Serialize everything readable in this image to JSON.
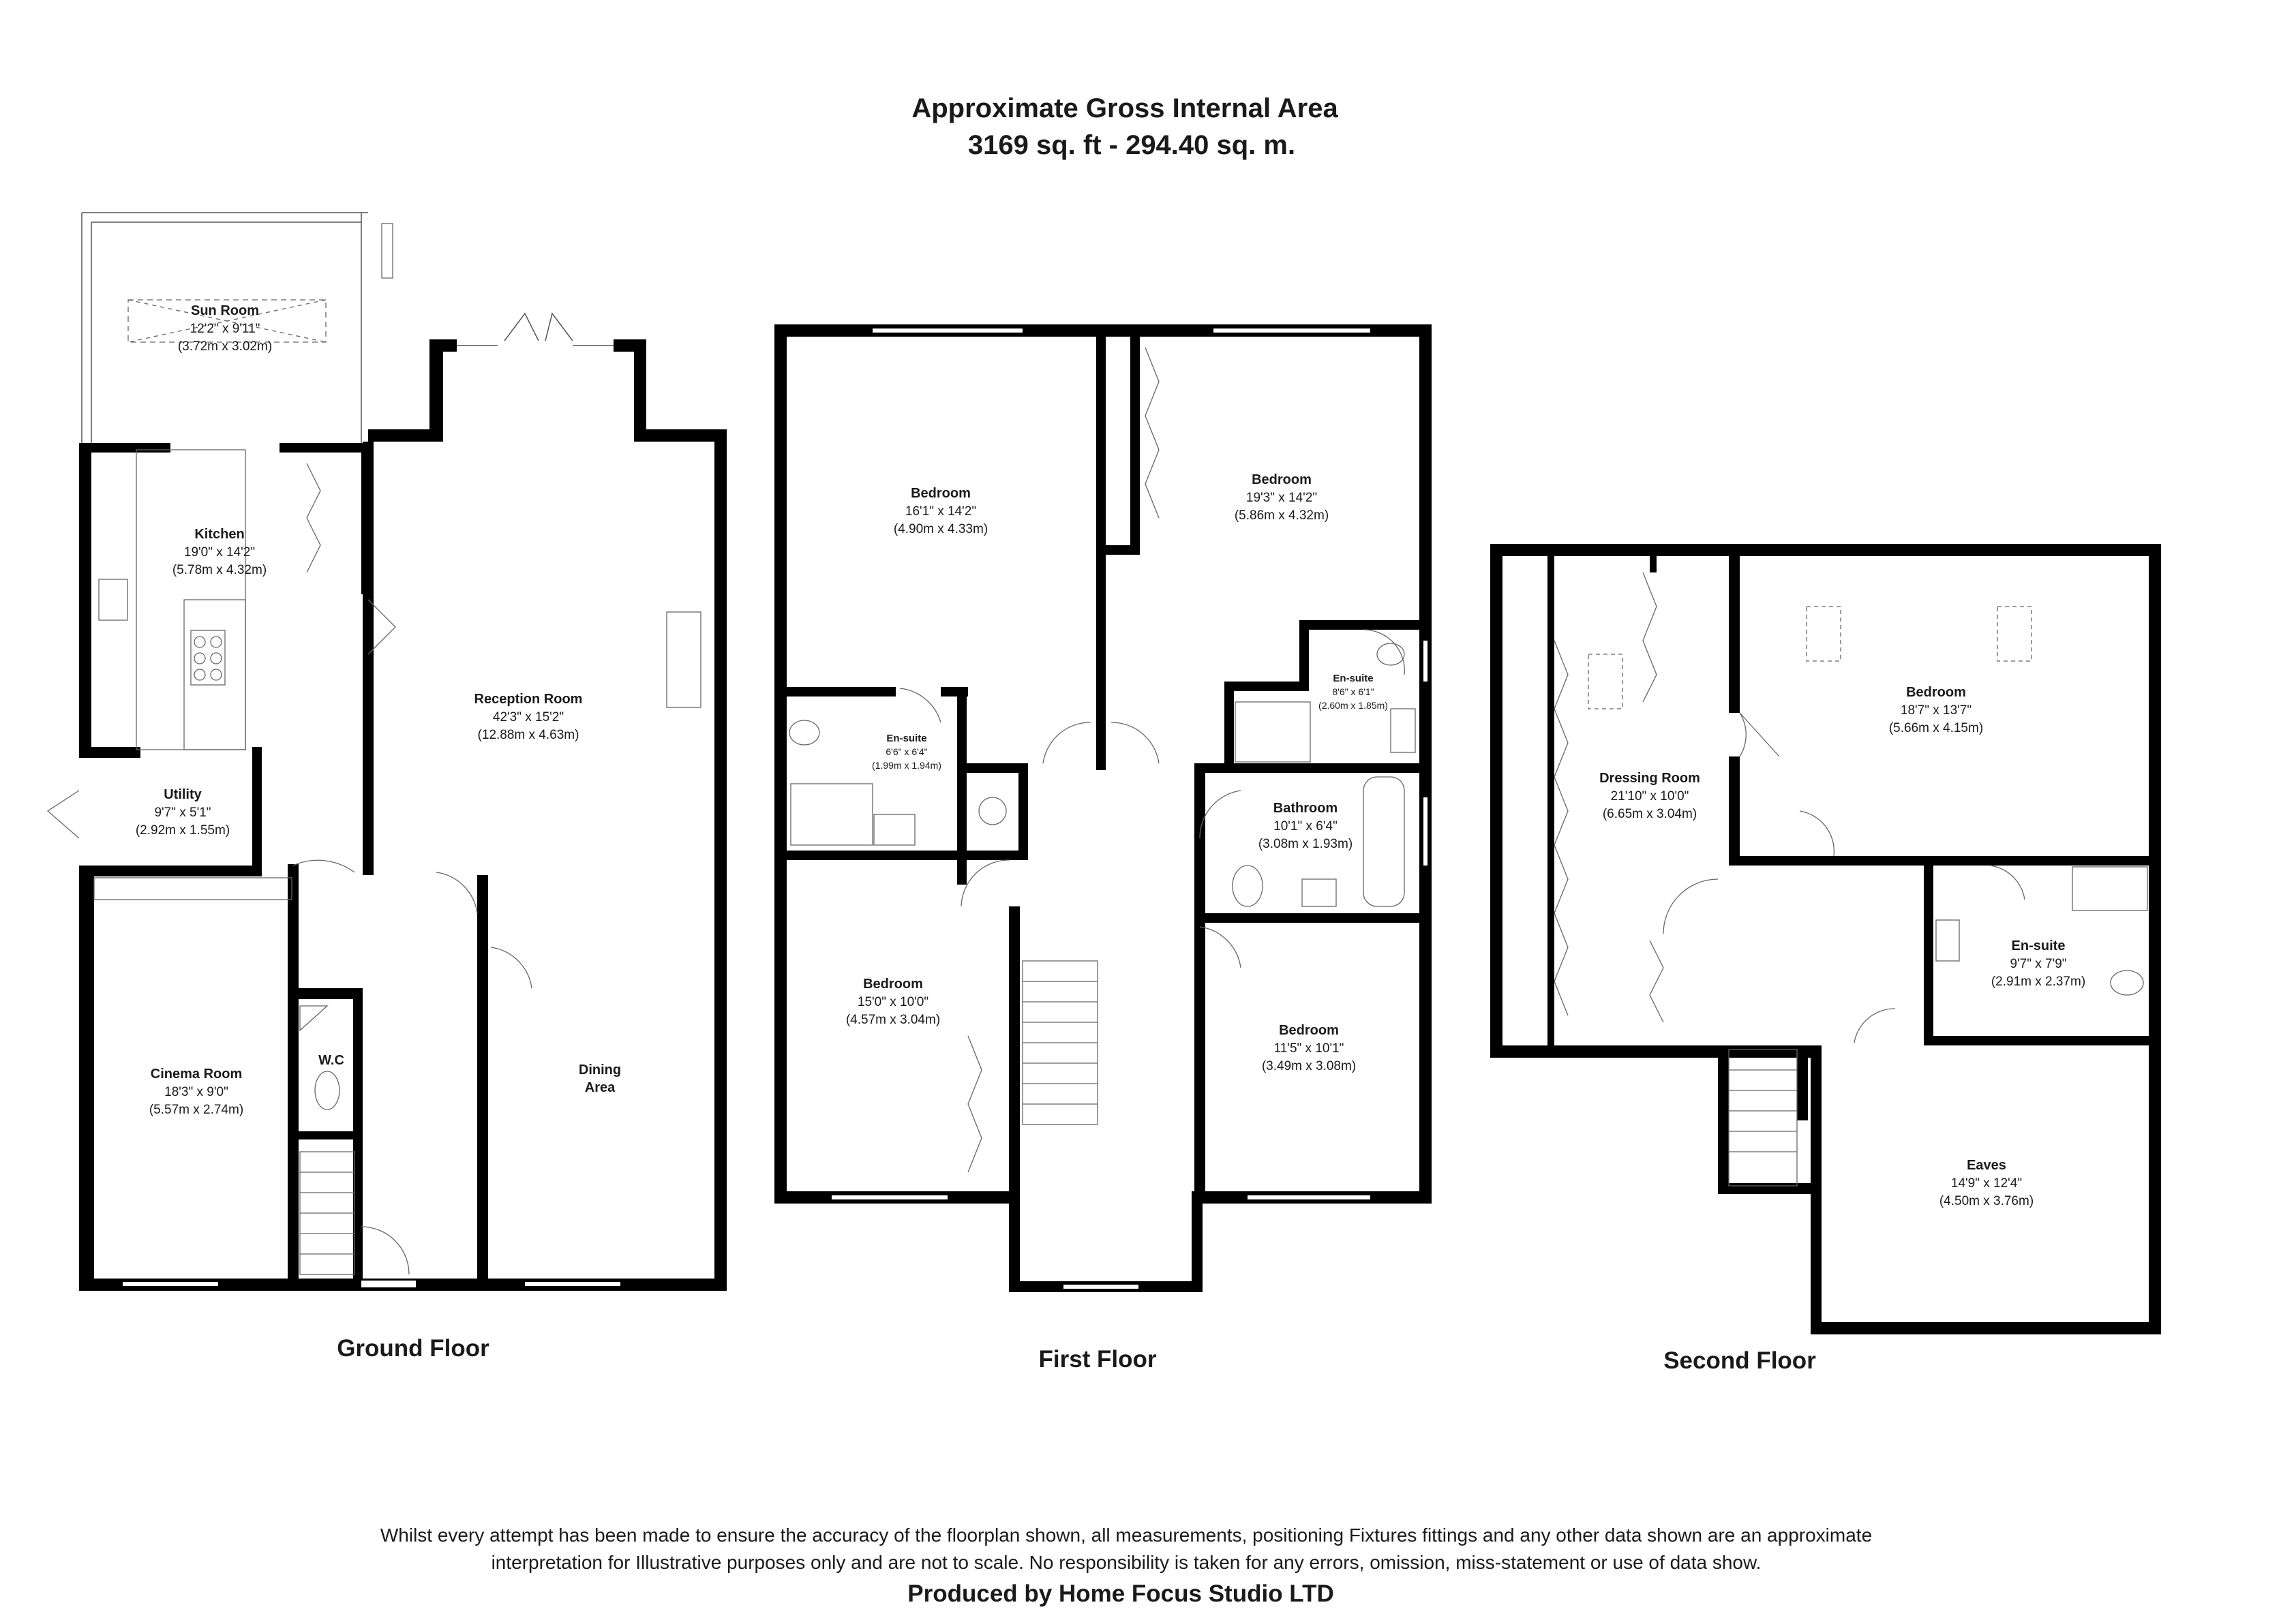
{
  "header": {
    "line1": "Approximate Gross Internal Area",
    "line2": "3169 sq. ft - 294.40 sq. m."
  },
  "floors": {
    "ground": {
      "title": "Ground Floor",
      "rooms": {
        "sun_room": {
          "name": "Sun Room",
          "imperial": "12'2\" x 9'11\"",
          "metric": "(3.72m x 3.02m)"
        },
        "kitchen": {
          "name": "Kitchen",
          "imperial": "19'0\" x 14'2\"",
          "metric": "(5.78m x 4.32m)"
        },
        "utility": {
          "name": "Utility",
          "imperial": "9'7\" x 5'1\"",
          "metric": "(2.92m x 1.55m)"
        },
        "reception": {
          "name": "Reception Room",
          "imperial": "42'3\" x 15'2\"",
          "metric": "(12.88m x 4.63m)"
        },
        "cinema": {
          "name": "Cinema Room",
          "imperial": "18'3\" x 9'0\"",
          "metric": "(5.57m x 2.74m)"
        },
        "wc": {
          "name": "W.C"
        },
        "dining": {
          "name_line1": "Dining",
          "name_line2": "Area"
        }
      }
    },
    "first": {
      "title": "First Floor",
      "rooms": {
        "bedroom1": {
          "name": "Bedroom",
          "imperial": "16'1\" x 14'2\"",
          "metric": "(4.90m x 4.33m)"
        },
        "bedroom2": {
          "name": "Bedroom",
          "imperial": "19'3\" x 14'2\"",
          "metric": "(5.86m x 4.32m)"
        },
        "ensuite1": {
          "name": "En-suite",
          "imperial": "6'6\" x 6'4\"",
          "metric": "(1.99m x 1.94m)"
        },
        "ensuite2": {
          "name": "En-suite",
          "imperial": "8'6\" x 6'1\"",
          "metric": "(2.60m x 1.85m)"
        },
        "bathroom": {
          "name": "Bathroom",
          "imperial": "10'1\" x 6'4\"",
          "metric": "(3.08m x 1.93m)"
        },
        "bedroom3": {
          "name": "Bedroom",
          "imperial": "15'0\" x 10'0\"",
          "metric": "(4.57m x 3.04m)"
        },
        "bedroom4": {
          "name": "Bedroom",
          "imperial": "11'5\" x 10'1\"",
          "metric": "(3.49m x 3.08m)"
        }
      }
    },
    "second": {
      "title": "Second Floor",
      "rooms": {
        "dressing": {
          "name": "Dressing Room",
          "imperial": "21'10\" x 10'0\"",
          "metric": "(6.65m x 3.04m)"
        },
        "bedroom": {
          "name": "Bedroom",
          "imperial": "18'7\" x 13'7\"",
          "metric": "(5.66m x 4.15m)"
        },
        "ensuite": {
          "name": "En-suite",
          "imperial": "9'7\" x 7'9\"",
          "metric": "(2.91m x 2.37m)"
        },
        "eaves": {
          "name": "Eaves",
          "imperial": "14'9\" x 12'4\"",
          "metric": "(4.50m x 3.76m)"
        }
      }
    }
  },
  "footer": {
    "disclaimer_line1": "Whilst every attempt has been made to ensure the accuracy of the floorplan shown, all measurements, positioning Fixtures fittings and any other data shown are an approximate",
    "disclaimer_line2": "interpretation for Illustrative purposes only  and are not to scale. No responsibility is taken for any errors, omission, miss-statement or use of data show.",
    "credit": "Produced by Home Focus Studio LTD"
  }
}
